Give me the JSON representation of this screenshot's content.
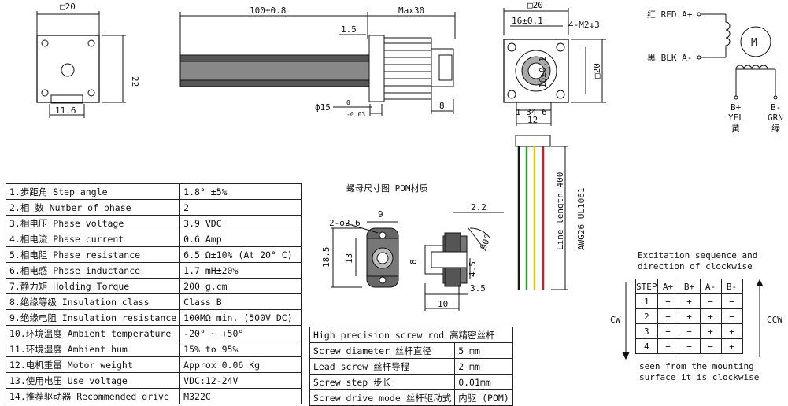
{
  "drawing": {
    "front_square": "□20",
    "front_height": "22",
    "front_connector": "11.6",
    "side_length": "100±0.8",
    "side_max": "Max30",
    "side_offset": "1.5",
    "side_diameter": "ϕ15",
    "side_tol": "-0.03",
    "side_tol_top": "0",
    "side_connector": "8",
    "end_square": "□20",
    "end_hole_spacing": "16±0.1",
    "end_hole_label": "4-M2↓3",
    "end_vert_spacing": "16±0.1",
    "end_side_square": "□20",
    "end_bottom_dims": "1 34 6",
    "end_bottom_total": "12",
    "lead_length": "Line length 400",
    "lead_cable": "AWG26 UL1061"
  },
  "wiring": {
    "red": "红 RED A+",
    "black": "黑 BLK A-",
    "b_plus": "B+",
    "yel": "YEL",
    "yel_cn": "黄",
    "b_minus": "B-",
    "grn": "GRN",
    "grn_cn": "绿",
    "motor_symbol": "M"
  },
  "nut": {
    "title": "螺母尺寸图 POM材质",
    "holes": "2-ϕ2.6",
    "width": "9",
    "height_outer": "18.5",
    "height_inner": "13",
    "top_dim": "2.2",
    "angle": "90°",
    "side_height": "8",
    "side_small": "4.5",
    "side_bottom": "3.5",
    "side_width": "10"
  },
  "specs": [
    {
      "label": "1.步距角 Step angle",
      "value": "1.8° ±5%"
    },
    {
      "label": "2.相  数 Number of phase",
      "value": "2"
    },
    {
      "label": "3.相电压 Phase voltage",
      "value": "3.9 VDC"
    },
    {
      "label": "4.相电流 Phase current",
      "value": "0.6 Amp"
    },
    {
      "label": "5.相电阻 Phase resistance",
      "value": "6.5 Ω±10% (At 20° C)"
    },
    {
      "label": "6.相电感 Phase inductance",
      "value": "1.7 mH±20%"
    },
    {
      "label": "7.静力矩 Holding Torque",
      "value": "200 g.cm"
    },
    {
      "label": "8.绝缘等级 Insulation class",
      "value": "Class B"
    },
    {
      "label": "9.绝缘电阻 Insulation resistance",
      "value": "100MΩ min. (500V DC)"
    },
    {
      "label": "10.环境温度 Ambient temperature",
      "value": "-20° ~ +50°"
    },
    {
      "label": "11.环境湿度 Ambient hum",
      "value": "15% to 95%"
    },
    {
      "label": "12.电机重量 Motor weight",
      "value": "Approx 0.06 Kg"
    },
    {
      "label": "13.使用电压 Use voltage",
      "value": "VDC:12-24V"
    },
    {
      "label": "14.推荐驱动器 Recommended drive",
      "value": "M322C"
    }
  ],
  "screw": {
    "header": "High precision screw rod  高精密丝杆",
    "rows": [
      {
        "label": "Screw diameter 丝杆直径",
        "value": "5 mm"
      },
      {
        "label": "Lead screw 丝杆导程",
        "value": "2 mm"
      },
      {
        "label": "Screw step 步长",
        "value": "0.01mm"
      },
      {
        "label": "Screw drive mode 丝杆驱动式",
        "value": "内驱 (POM)"
      }
    ]
  },
  "excitation": {
    "title_line1": "Excitation sequence and",
    "title_line2": "direction of clockwise",
    "headers": [
      "STEP",
      "A+",
      "B+",
      "A-",
      "B-"
    ],
    "rows": [
      [
        "1",
        "+",
        "+",
        "−",
        "−"
      ],
      [
        "2",
        "−",
        "+",
        "+",
        "−"
      ],
      [
        "3",
        "−",
        "−",
        "+",
        "+"
      ],
      [
        "4",
        "+",
        "−",
        "−",
        "+"
      ]
    ],
    "cw": "CW",
    "ccw": "CCW",
    "note_line1": "seen from the mounting",
    "note_line2": "surface it is clockwise"
  }
}
